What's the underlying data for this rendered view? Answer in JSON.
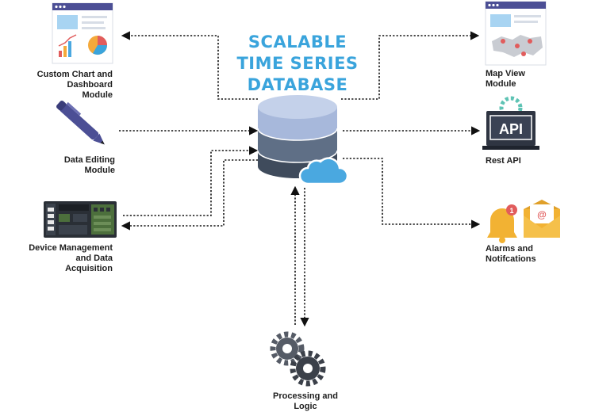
{
  "database": {
    "title_lines": [
      "SCALABLE",
      "TIME SERIES",
      "DATABASE"
    ]
  },
  "modules": {
    "custom_chart": {
      "lines": [
        "Custom Chart and",
        "Dashboard",
        "Module"
      ]
    },
    "data_editing": {
      "lines": [
        "Data Editing",
        "Module"
      ]
    },
    "device_management": {
      "lines": [
        "Device Management",
        "and Data",
        "Acquisition"
      ]
    },
    "map_view": {
      "lines": [
        "Map View",
        "Module"
      ]
    },
    "rest_api": {
      "lines": [
        "Rest API"
      ],
      "screen_text": "API"
    },
    "alarms": {
      "lines": [
        "Alarms and",
        "Notifcations"
      ],
      "badge": "1",
      "email_symbol": "@"
    },
    "processing": {
      "lines": [
        "Processing and",
        "Logic"
      ]
    }
  },
  "colors": {
    "title": "#3aa4dc",
    "db_top": "#a7b8db",
    "db_mid": "#5f6f86",
    "db_bottom": "#3f4b5c",
    "cloud": "#4aa8e0",
    "arrow": "#111111",
    "label": "#1e1e1e"
  }
}
